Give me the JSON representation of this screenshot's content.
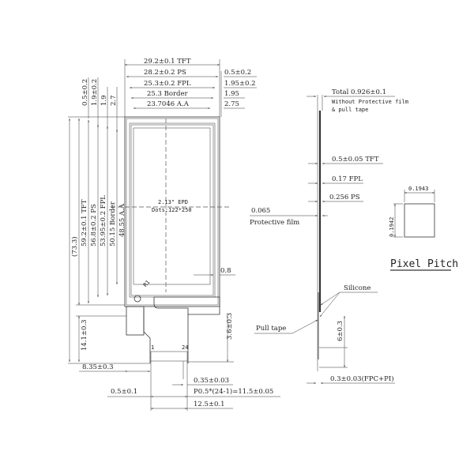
{
  "front_view": {
    "top_dims": [
      {
        "label": "29.2±0.1 TFT"
      },
      {
        "label": "28.2±0.2 PS"
      },
      {
        "label": "25.3±0.2 FPL"
      },
      {
        "label": "25.3 Border"
      },
      {
        "label": "23.7046 A.A"
      }
    ],
    "right_top_dims": [
      {
        "label": "0.5±0.2"
      },
      {
        "label": "1.95±0.2"
      },
      {
        "label": "1.95"
      },
      {
        "label": "2.75"
      }
    ],
    "left_top_dims": [
      {
        "label": "0.5±0.2"
      },
      {
        "label": "1.9±0.2"
      },
      {
        "label": "1.9"
      },
      {
        "label": "2.7"
      }
    ],
    "left_height_dims": [
      {
        "label": "(73.3)"
      },
      {
        "label": "59.2±0.1 TFT"
      },
      {
        "label": "56.8±0.2 PS"
      },
      {
        "label": "53.95±0.2 FPL"
      },
      {
        "label": "50.15 Border"
      },
      {
        "label": "48.55 A.A"
      }
    ],
    "center_label_1": "2.13\" EPD",
    "center_label_2": "Dots:122*250",
    "corner_radius": "R1",
    "right_gap": "0.8",
    "tail_height": "14.1±0.3",
    "tail_offset": "8.35±0.3",
    "fpc_height": "3.6±0.3",
    "pin_first": "1",
    "pin_last": "24",
    "pin_width": "0.35±0.03",
    "pin_pitch_left": "0.5±0.1",
    "pin_pitch_total": "P0.5*(24-1)=11.5±0.05",
    "fpc_width": "12.5±0.1"
  },
  "side_view": {
    "total": "Total 0.926±0.1",
    "total_note_1": "Without Protective film",
    "total_note_2": "& pull tape",
    "tft": "0.5±0.05 TFT",
    "fpl": "0.17 FPL",
    "ps": "0.256 PS",
    "protective_value": "0.065",
    "protective_label": "Protective film",
    "silicone": "Silicone",
    "pull_tape": "Pull tape",
    "tail_len": "6±0.3",
    "fpc_thickness": "0.3±0.03(FPC+PI)"
  },
  "pixel_pitch": {
    "width": "0.1943",
    "height": "0.1942",
    "title": "Pixel Pitch"
  }
}
